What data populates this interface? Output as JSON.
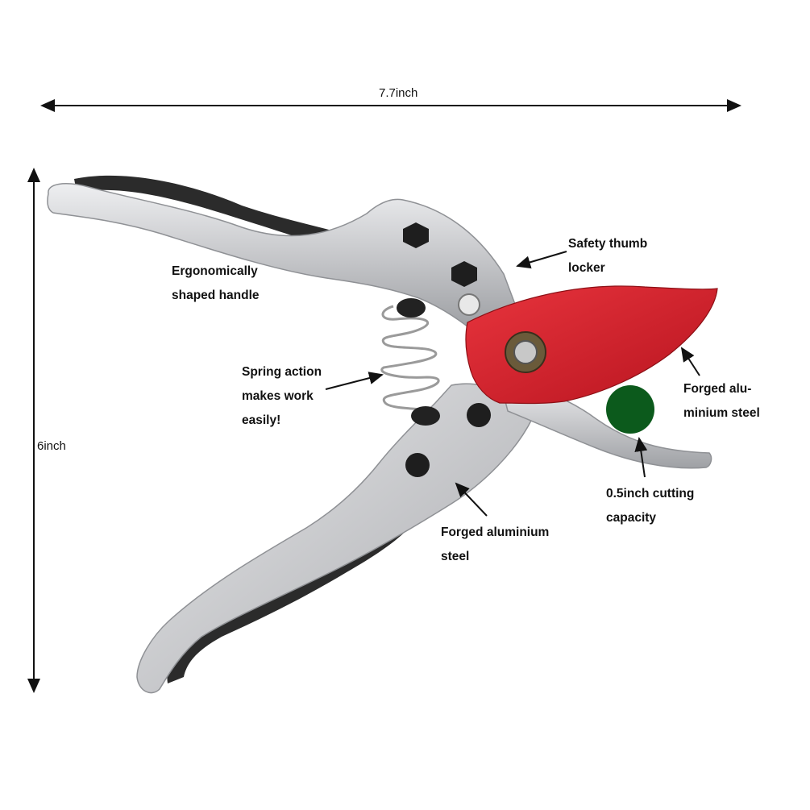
{
  "dimensions": {
    "width_label": "7.7inch",
    "height_label": "6inch"
  },
  "callouts": {
    "handle": {
      "line1": "Ergonomically",
      "line2": "shaped handle"
    },
    "thumb_locker": {
      "line1": "Safety thumb",
      "line2": "locker"
    },
    "spring": {
      "line1": "Spring action",
      "line2": "makes work",
      "line3": "easily!"
    },
    "blade": {
      "line1": "Forged alu-",
      "line2": "minium steel"
    },
    "capacity": {
      "line1": "0.5inch cutting",
      "line2": "capacity"
    },
    "lower_handle": {
      "line1": "Forged aluminium",
      "line2": "steel"
    }
  },
  "colors": {
    "blade_red": "#d41f2a",
    "metal": "#c9cacc",
    "grip_black": "#2b2b2b",
    "capacity_dot": "#0c5a1c"
  }
}
